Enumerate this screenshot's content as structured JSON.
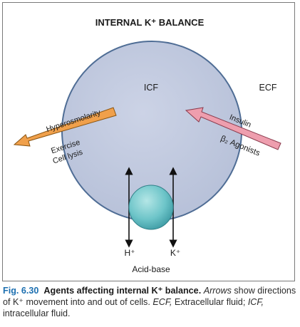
{
  "title": "INTERNAL K⁺ BALANCE",
  "compartments": {
    "icf": "ICF",
    "ecf": "ECF"
  },
  "out_arrow": {
    "labels": [
      "Hyperosmolarity",
      "Exercise",
      "Cell lysis"
    ],
    "color": "#f0a04b"
  },
  "in_arrow": {
    "labels": [
      "Insulin",
      "β₂ Agonists"
    ],
    "color": "#ee9eae"
  },
  "exchange": {
    "left_ion": "H⁺",
    "right_ion": "K⁺",
    "label": "Acid-base"
  },
  "colors": {
    "cell_fill": "#c3cbdf",
    "cell_stroke": "#4f6d95",
    "sphere_fill": "#6ec5c9",
    "fig_number": "#1c6fb0"
  },
  "caption": {
    "fig_number": "Fig. 6.30",
    "fig_title": "Agents affecting internal K⁺ balance.",
    "text_1_em": "Arrows",
    "text_2": " show directions of K⁺ movement into and out of cells. ",
    "text_3_em": "ECF,",
    "text_4": " Extracellular fluid; ",
    "text_5_em": "ICF,",
    "text_6": " intracellular fluid."
  }
}
